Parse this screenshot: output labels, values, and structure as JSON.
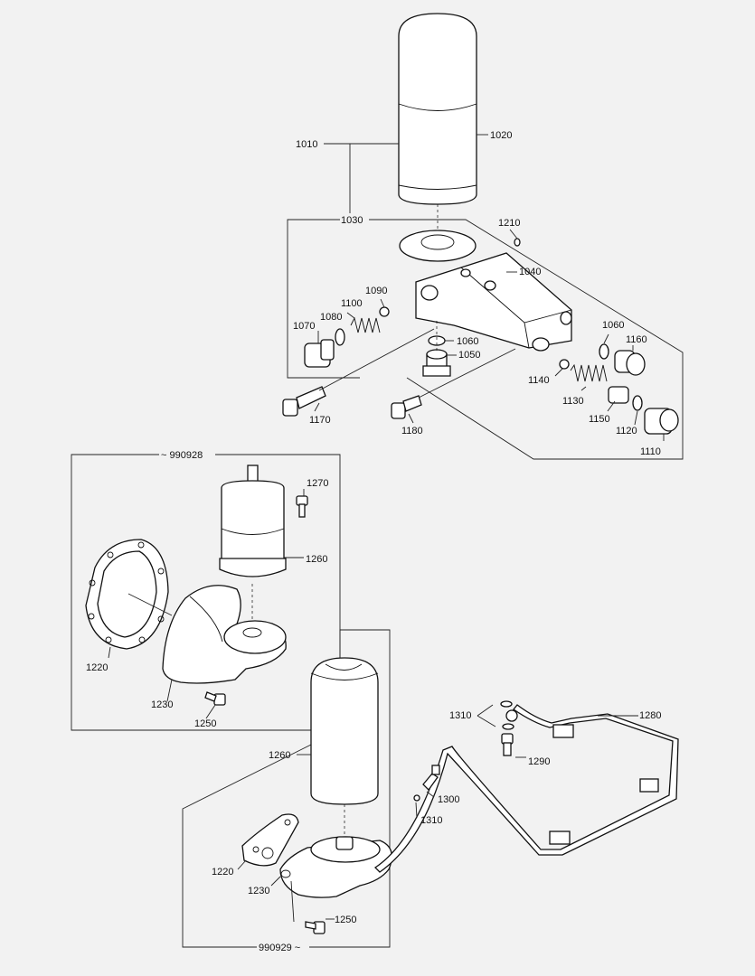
{
  "labels": {
    "p1010": "1010",
    "p1020": "1020",
    "p1030": "1030",
    "p1210": "1210",
    "p1040": "1040",
    "p1090": "1090",
    "p1100": "1100",
    "p1080": "1080",
    "p1070": "1070",
    "p1060a": "1060",
    "p1050": "1050",
    "p1060b": "1060",
    "p1160": "1160",
    "p1140": "1140",
    "p1130": "1130",
    "p1150": "1150",
    "p1120": "1120",
    "p1110": "1110",
    "p1170": "1170",
    "p1180": "1180",
    "v1": "~ 990928",
    "p1270": "1270",
    "p1260a": "1260",
    "p1220a": "1220",
    "p1230a": "1230",
    "p1250a": "1250",
    "p1310a": "1310",
    "p1280": "1280",
    "p1290": "1290",
    "p1260b": "1260",
    "p1300": "1300",
    "p1310b": "1310",
    "p1220b": "1220",
    "p1230b": "1230",
    "p1250b": "1250",
    "v2": "990929 ~"
  }
}
